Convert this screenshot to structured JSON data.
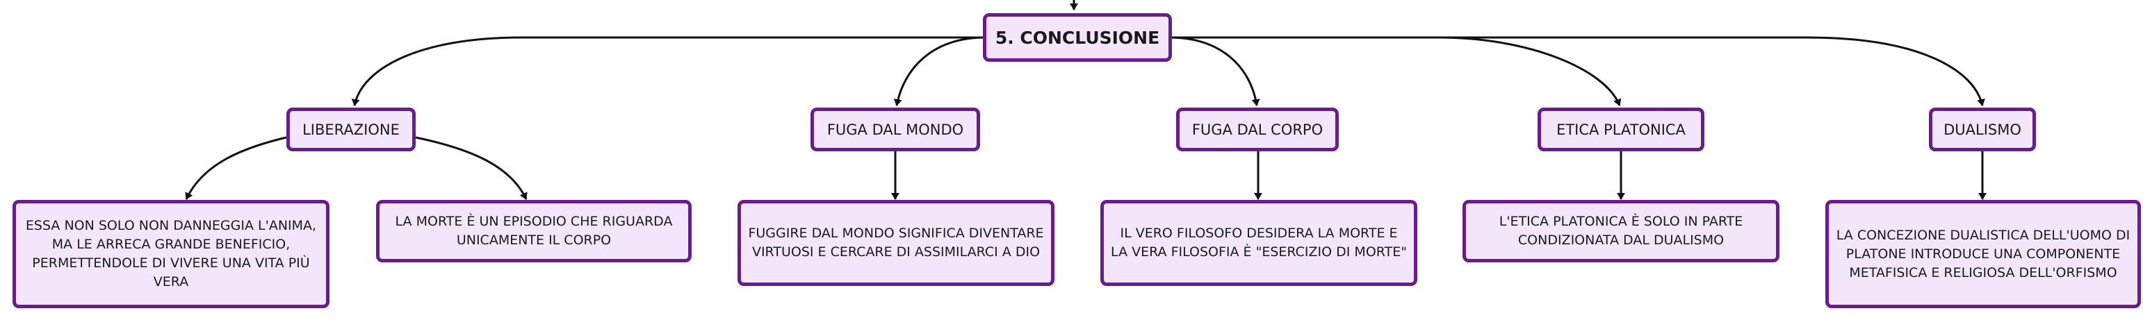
{
  "colors": {
    "node_fill": "#f3e6fb",
    "node_border": "#6a1b8f",
    "connector": "#111111"
  },
  "root": {
    "label": "5. CONCLUSIONE"
  },
  "topics": [
    {
      "label": "LIBERAZIONE"
    },
    {
      "label": "FUGA DAL MONDO"
    },
    {
      "label": "FUGA DAL CORPO"
    },
    {
      "label": "ETICA PLATONICA"
    },
    {
      "label": "DUALISMO"
    }
  ],
  "details": [
    {
      "text": "ESSA NON SOLO NON DANNEGGIA L'ANIMA, MA LE ARRECA GRANDE BENEFICIO, PERMETTENDOLE DI VIVERE UNA VITA PIÙ VERA"
    },
    {
      "text": "LA MORTE È UN EPISODIO CHE RIGUARDA UNICAMENTE IL CORPO"
    },
    {
      "text": "FUGGIRE DAL MONDO SIGNIFICA DIVENTARE VIRTUOSI E CERCARE DI ASSIMILARCI A DIO"
    },
    {
      "text": "IL VERO FILOSOFO DESIDERA LA MORTE E LA VERA FILOSOFIA È \"ESERCIZIO DI MORTE\""
    },
    {
      "text": "L'ETICA PLATONICA È SOLO IN PARTE CONDIZIONATA DAL DUALISMO"
    },
    {
      "text": "LA CONCEZIONE DUALISTICA DELL'UOMO DI PLATONE INTRODUCE UNA COMPONENTE METAFISICA E RELIGIOSA DELL'ORFISMO"
    }
  ]
}
